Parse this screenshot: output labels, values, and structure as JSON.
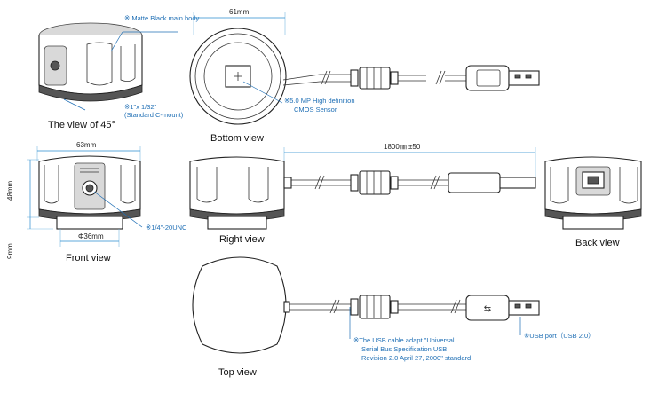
{
  "views": {
    "view45": "The view of 45°",
    "bottom": "Bottom view",
    "front": "Front view",
    "right": "Right view",
    "back": "Back view",
    "top": "Top view"
  },
  "dimensions": {
    "bottom_width": "61mm",
    "front_width": "63mm",
    "front_height": "48mm",
    "front_base": "9mm",
    "front_diameter": "Φ36mm",
    "cable_length": "1800㎜ ±50"
  },
  "notes": {
    "matte": "※ Matte Black main body",
    "mount_line1": "※1\"x 1/32\"",
    "mount_line2": "(Standard C-mount)",
    "sensor_line1": "※5.0 MP High definition",
    "sensor_line2": "CMOS Sensor",
    "thread": "※1/4\"-20UNC",
    "usb_line1": "※The USB cable adapt \"Universal",
    "usb_line2": "Serial Bus Specification USB",
    "usb_line3": "Revision 2.0 April 27, 2000\" standard",
    "usb_port": "※USB port（USB 2.0）"
  },
  "colors": {
    "dimension": "#2a8ccf",
    "note": "#1f6fb5",
    "outline": "#222222"
  }
}
